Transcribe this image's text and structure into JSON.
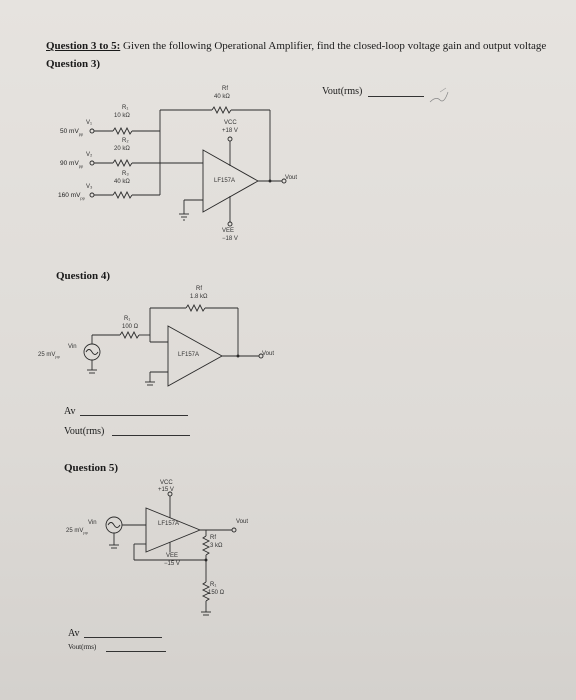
{
  "header": {
    "question_range": "Question 3 to 5:",
    "instruction": " Given the following Operational Amplifier, find the closed-loop voltage gain and output voltage"
  },
  "q3": {
    "title": "Question 3)",
    "vout_label": "Vout(rms)",
    "v1": "V₁",
    "v1_val": "50 mV",
    "v2": "V₂",
    "v2_val": "90 mV",
    "v3": "V₃",
    "v3_val": "160 mV",
    "pp": "pp",
    "r1": "R₁",
    "r1_val": "10 kΩ",
    "r2": "R₂",
    "r2_val": "20 kΩ",
    "r3": "R₃",
    "r3_val": "40 kΩ",
    "rf": "Rf",
    "rf_val": "40 kΩ",
    "vcc": "VCC",
    "vcc_val": "+18 V",
    "vee": "VEE",
    "vee_val": "−18 V",
    "opamp": "LF157A",
    "vout": "Vout"
  },
  "q4": {
    "title": "Question 4)",
    "vin": "Vin",
    "vin_val": "25 mV",
    "pp": "pp",
    "r1": "R₁",
    "r1_val": "100 Ω",
    "rf": "Rf",
    "rf_val": "1.8 kΩ",
    "opamp": "LF157A",
    "vout": "Vout",
    "av_label": "Av",
    "vout_rms_label": "Vout(rms)"
  },
  "q5": {
    "title": "Question 5)",
    "vin": "Vin",
    "vin_val": "25 mV",
    "pp": "pp",
    "vcc": "VCC",
    "vcc_val": "+15 V",
    "vee": "VEE",
    "vee_val": "−15 V",
    "opamp": "LF157A",
    "vout": "Vout",
    "rf": "Rf",
    "rf_val": "3 kΩ",
    "r1": "R₁",
    "r1_val": "150 Ω",
    "av_label": "Av",
    "vout_rms_label": "Vout(rms)"
  }
}
